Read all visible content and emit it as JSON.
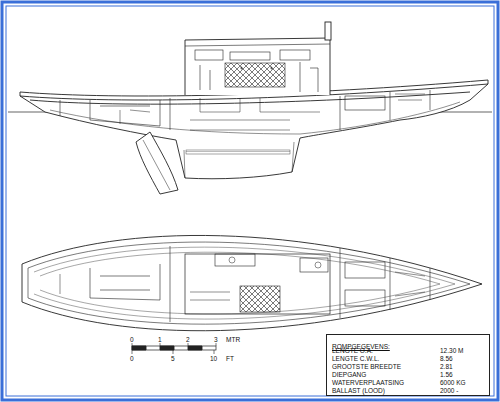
{
  "diagram": {
    "nodes": [
      {
        "text": [
          "ROMPGEGEVENS:"
        ]
      }
    ],
    "labels": [
      "0",
      "1",
      "2",
      "3",
      "MTR",
      "0",
      "5",
      "10",
      "FT",
      "LENGTE O.A.",
      "12.30 M",
      "LENGTE C.W.L.",
      "8.56",
      "GROOTSTE BREEDTE",
      "2.81",
      "DIEPGANG",
      "1.56",
      "WATERVERPLAATSING",
      "6000 KG",
      "BALLAST (LOOD)",
      "2000 -"
    ]
  }
}
